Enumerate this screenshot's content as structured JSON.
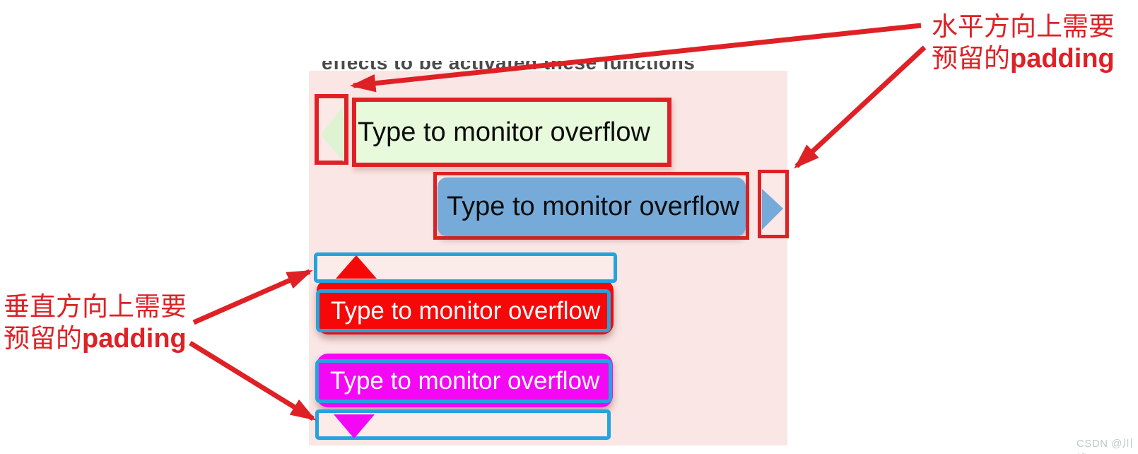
{
  "annotations": {
    "horizontal": {
      "line1": "水平方向上需要",
      "line2_prefix": "预留的",
      "line2_bold": "padding"
    },
    "vertical": {
      "line1": "垂直方向上需要",
      "line2_prefix": "预留的",
      "line2_bold": "padding"
    }
  },
  "screenshot": {
    "clipped_heading": "effects to be activated these functions",
    "tooltips": {
      "green": {
        "text": "Type to monitor overflow"
      },
      "blue": {
        "text": "Type to monitor overflow"
      },
      "red": {
        "text": "Type to monitor overflow"
      },
      "magenta": {
        "text": "Type to monitor overflow"
      }
    }
  },
  "watermark": "CSDN @川峰",
  "colors": {
    "panel_pink": "#fae6e4",
    "annotation_red": "#df2125",
    "measure_cyan": "#25a3dc",
    "tooltip_green": "#e8fadc",
    "tooltip_blue": "#76aad9",
    "tooltip_red": "#f70808",
    "tooltip_magenta": "#f407f4",
    "heading_gray": "#4a4a4a",
    "watermark_gray": "#c2c7cb"
  }
}
